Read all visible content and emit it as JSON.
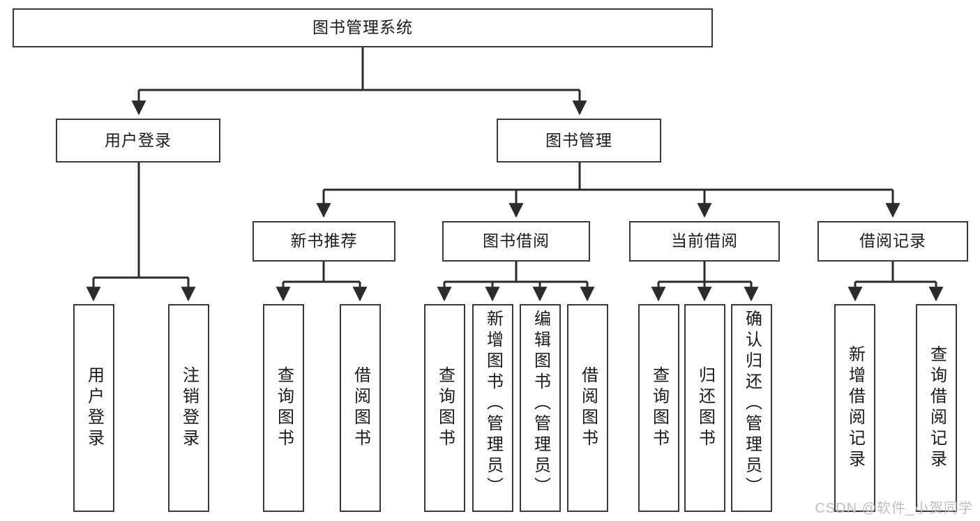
{
  "diagram": {
    "title": "图书管理系统",
    "type": "tree-hierarchy",
    "colors": {
      "node_border": "#3a3a3a",
      "node_fill": "#ffffff",
      "connector": "#2b2b2b",
      "text": "#1a1a1a",
      "watermark": "#bfbfbf"
    },
    "root": {
      "label": "图书管理系统"
    },
    "level2": [
      {
        "label": "用户登录"
      },
      {
        "label": "图书管理"
      }
    ],
    "level3": [
      {
        "label": "新书推荐"
      },
      {
        "label": "图书借阅"
      },
      {
        "label": "当前借阅"
      },
      {
        "label": "借阅记录"
      }
    ],
    "leaves": {
      "user_login": [
        {
          "label": "用户登录"
        },
        {
          "label": "注销登录"
        }
      ],
      "new_book_recommend": [
        {
          "label": "查询图书"
        },
        {
          "label": "借阅图书"
        }
      ],
      "book_borrow": [
        {
          "label": "查询图书"
        },
        {
          "label": "新增图书（管理员）"
        },
        {
          "label": "编辑图书（管理员）"
        },
        {
          "label": "借阅图书"
        }
      ],
      "current_borrow": [
        {
          "label": "查询图书"
        },
        {
          "label": "归还图书"
        },
        {
          "label": "确认归还（管理员）"
        }
      ],
      "borrow_record": [
        {
          "label": "新增借阅记录"
        },
        {
          "label": "查询借阅记录"
        }
      ]
    }
  },
  "watermark": {
    "text": "CSDN @软件_小贺同学"
  }
}
